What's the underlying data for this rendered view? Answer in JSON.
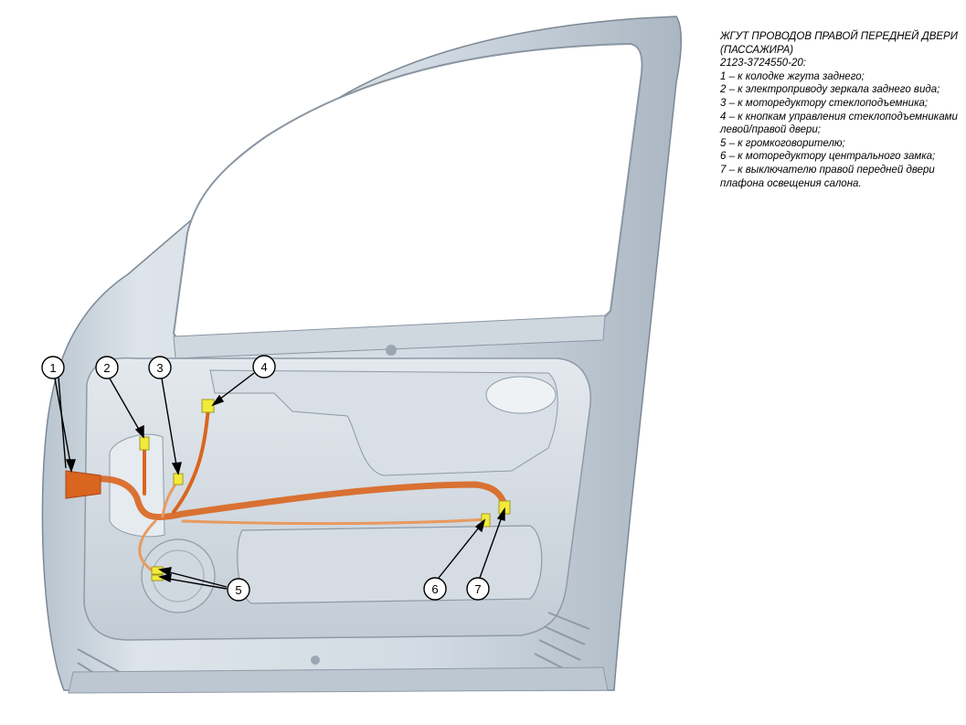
{
  "legend": {
    "title": "ЖГУТ ПРОВОДОВ ПРАВОЙ ПЕРЕДНЕЙ ДВЕРИ (ПАССАЖИРА)",
    "part_number": "2123-3724550-20:",
    "items": [
      "1 – к колодке жгута заднего;",
      "2 – к электроприводу зеркала заднего вида;",
      "3 – к моторедуктору стеклоподъемника;",
      "4 – к кнопкам управления стеклоподъемниками левой/правой двери;",
      "5 – к громкоговорителю;",
      "6 – к моторедуктору центрального замка;",
      "7 – к выключателю правой передней двери плафона освещения салона."
    ]
  },
  "callouts": [
    "1",
    "2",
    "3",
    "4",
    "5",
    "6",
    "7"
  ],
  "colors": {
    "door_panel": "#c9d3dc",
    "door_shadow": "#8e9aa6",
    "harness": "#d9651f",
    "connector": "#f2ea3b"
  }
}
